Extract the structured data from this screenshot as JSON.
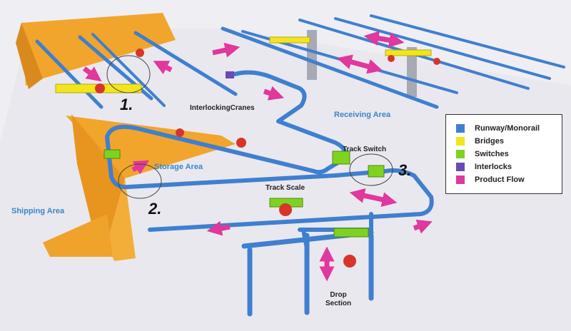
{
  "labels": {
    "interlocking_cranes": "InterlockingCranes",
    "receiving_area": "Receiving Area",
    "storage_area": "Storage Area",
    "shipping_area": "Shipping Area",
    "track_switch": "Track Switch",
    "track_scale": "Track Scale",
    "drop_section": "Drop\nSection"
  },
  "numbers": [
    "1.",
    "2.",
    "3."
  ],
  "legend": [
    {
      "label": "Runway/Monorail",
      "color": "#3f7fcf"
    },
    {
      "label": "Bridges",
      "color": "#f3e51c"
    },
    {
      "label": "Switches",
      "color": "#7ed321"
    },
    {
      "label": "Interlocks",
      "color": "#6a4bb5"
    },
    {
      "label": "Product Flow",
      "color": "#e0389c"
    }
  ],
  "colors": {
    "rail": "#3f7fcf",
    "bridge": "#f3e51c",
    "switch": "#7ed321",
    "interlock": "#6a4bb5",
    "flow": "#e0389c",
    "hoist": "#d8352a",
    "wall": "#f0a32a"
  }
}
